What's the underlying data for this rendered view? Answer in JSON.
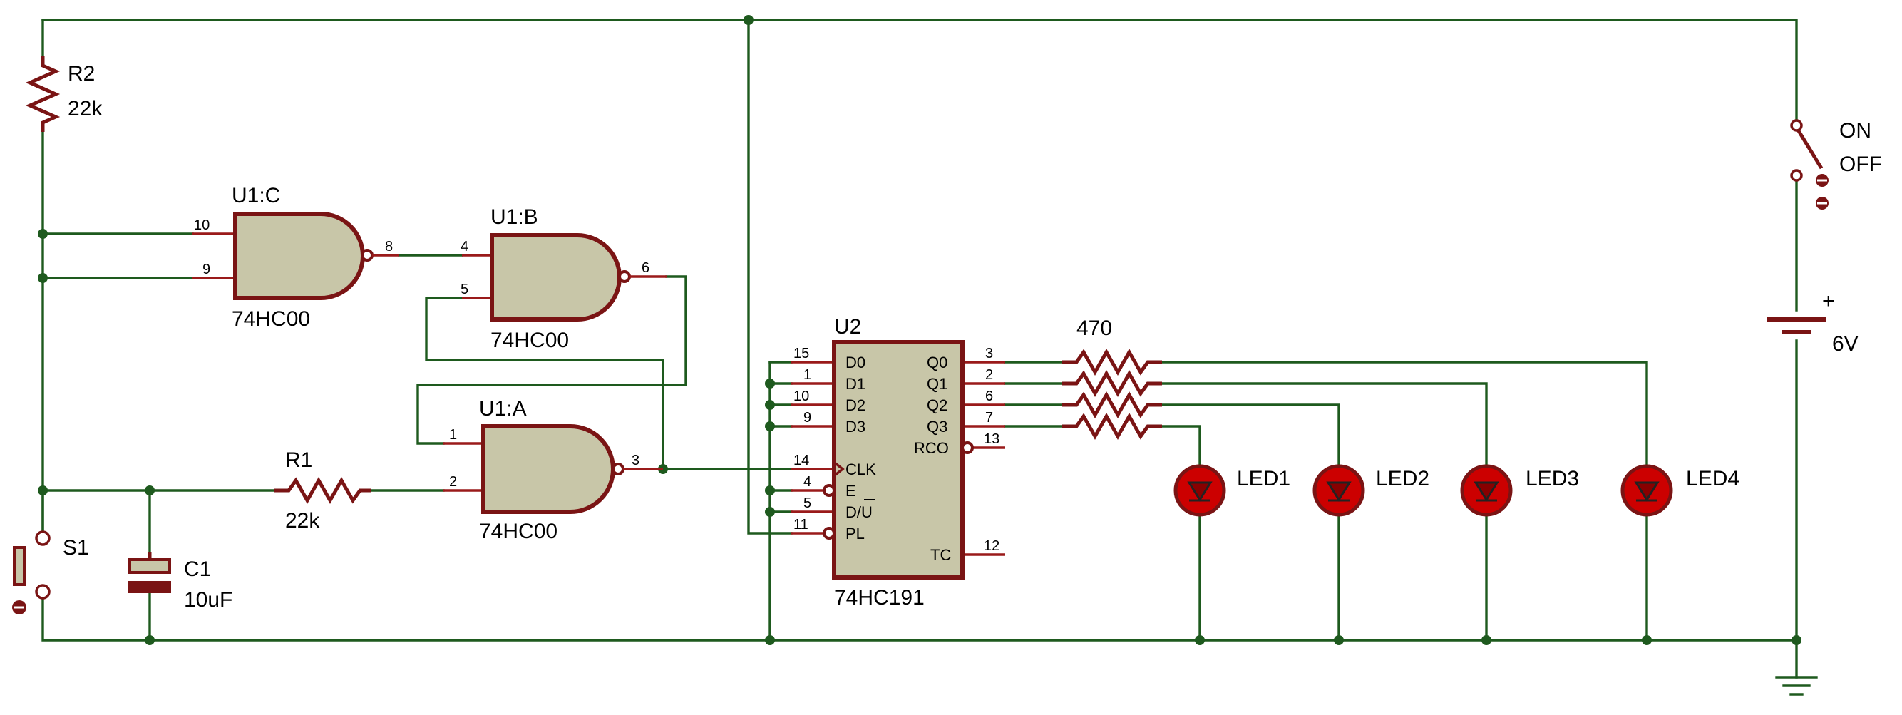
{
  "components": {
    "r2": {
      "ref": "R2",
      "value": "22k"
    },
    "r1": {
      "ref": "R1",
      "value": "22k"
    },
    "c1": {
      "ref": "C1",
      "value": "10uF"
    },
    "s1": {
      "ref": "S1"
    },
    "u1c": {
      "ref": "U1:C",
      "part": "74HC00",
      "in1": "10",
      "in2": "9",
      "out": "8"
    },
    "u1b": {
      "ref": "U1:B",
      "part": "74HC00",
      "in1": "4",
      "in2": "5",
      "out": "6"
    },
    "u1a": {
      "ref": "U1:A",
      "part": "74HC00",
      "in1": "1",
      "in2": "2",
      "out": "3"
    },
    "u2": {
      "ref": "U2",
      "part": "74HC191",
      "left_pins": [
        {
          "num": "15",
          "name": "D0"
        },
        {
          "num": "1",
          "name": "D1"
        },
        {
          "num": "10",
          "name": "D2"
        },
        {
          "num": "9",
          "name": "D3"
        },
        {
          "num": "14",
          "name": "CLK"
        },
        {
          "num": "4",
          "name": "E"
        },
        {
          "num": "5",
          "name": "D/U"
        },
        {
          "num": "11",
          "name": "PL"
        }
      ],
      "right_pins": [
        {
          "num": "3",
          "name": "Q0"
        },
        {
          "num": "2",
          "name": "Q1"
        },
        {
          "num": "6",
          "name": "Q2"
        },
        {
          "num": "7",
          "name": "Q3"
        },
        {
          "num": "13",
          "name": "RCO"
        },
        {
          "num": "12",
          "name": "TC"
        }
      ]
    },
    "resistor_array": {
      "value": "470"
    },
    "leds": [
      "LED1",
      "LED2",
      "LED3",
      "LED4"
    ],
    "switch": {
      "on": "ON",
      "off": "OFF"
    },
    "battery": {
      "plus": "+",
      "value": "6V"
    }
  }
}
